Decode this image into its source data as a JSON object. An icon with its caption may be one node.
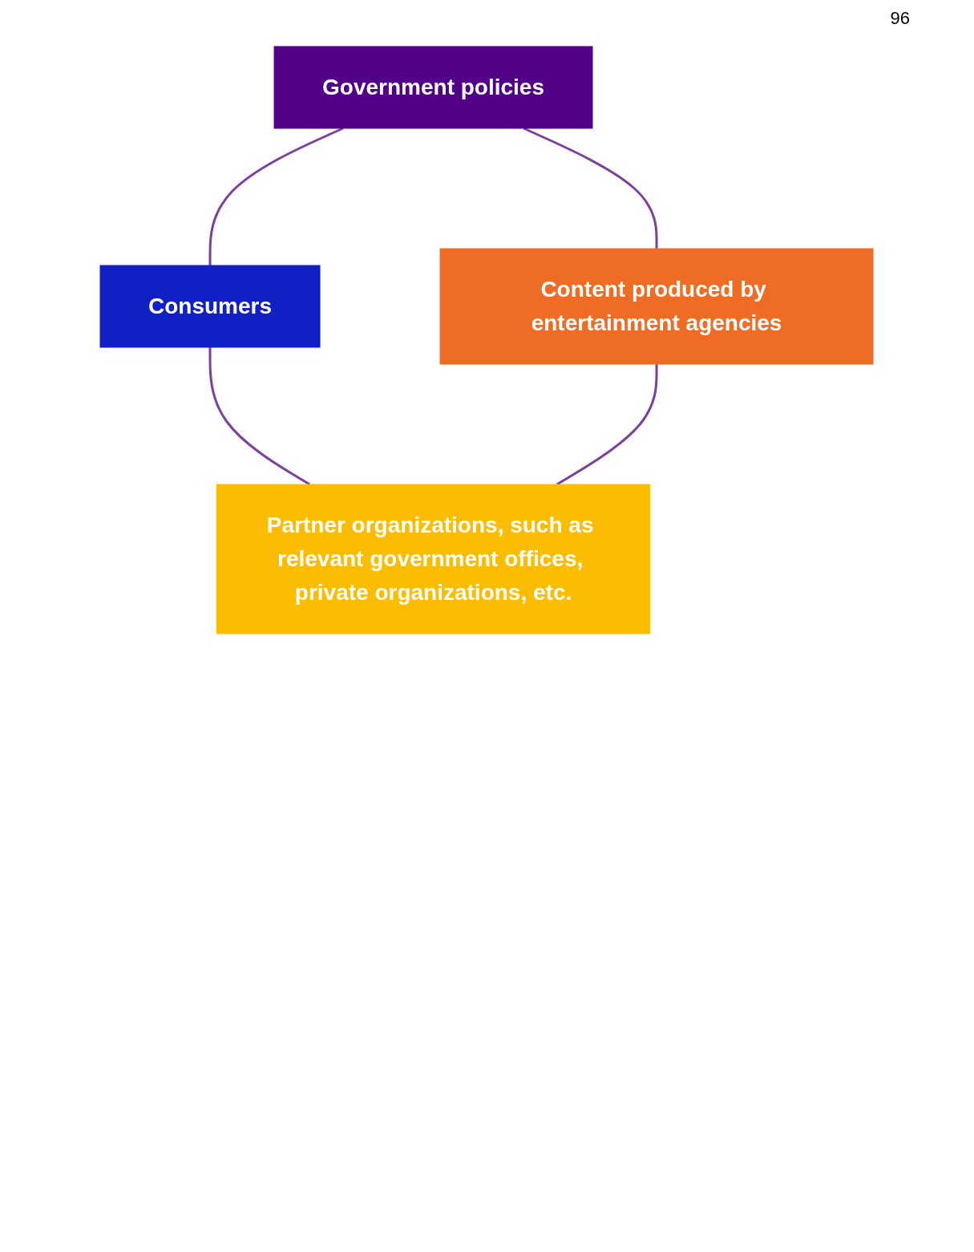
{
  "diagram": {
    "nodes": [
      {
        "text": [
          "Government policies"
        ]
      },
      {
        "text": [
          "Content produced by entertainment agencies"
        ]
      },
      {
        "text": [
          "Consumers"
        ]
      },
      {
        "text": [
          "Partner organizations, such as relevant government offices, private organizations, etc."
        ]
      }
    ],
    "edges": [
      {
        "from": 0,
        "to": 1,
        "arrow": "none"
      },
      {
        "from": 0,
        "to": 2,
        "arrow": "none"
      },
      {
        "from": 2,
        "to": 3,
        "arrow": "none"
      },
      {
        "from": 1,
        "to": 3,
        "arrow": "none"
      }
    ],
    "labels": [
      "96"
    ]
  }
}
